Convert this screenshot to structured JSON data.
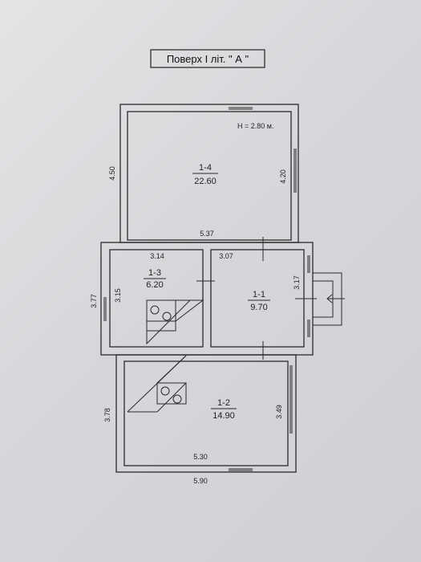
{
  "title": "Поверх І літ. \" А \"",
  "height_note": "H = 2.80 м.",
  "rooms": [
    {
      "id": "1-4",
      "area": "22.60"
    },
    {
      "id": "1-3",
      "area": "6.20"
    },
    {
      "id": "1-1",
      "area": "9.70"
    },
    {
      "id": "1-2",
      "area": "14.90"
    }
  ],
  "dimensions": {
    "left_top": "4.50",
    "right_top": "4.20",
    "room14_bottom": "5.37",
    "room13_top": "3.14",
    "room11_top": "3.07",
    "left_mid_outer": "3.77",
    "room13_left": "3.15",
    "room11_right": "3.17",
    "left_bottom": "3.78",
    "room12_right": "3.49",
    "room12_bottom": "5.30",
    "overall_bottom": "5.90"
  }
}
